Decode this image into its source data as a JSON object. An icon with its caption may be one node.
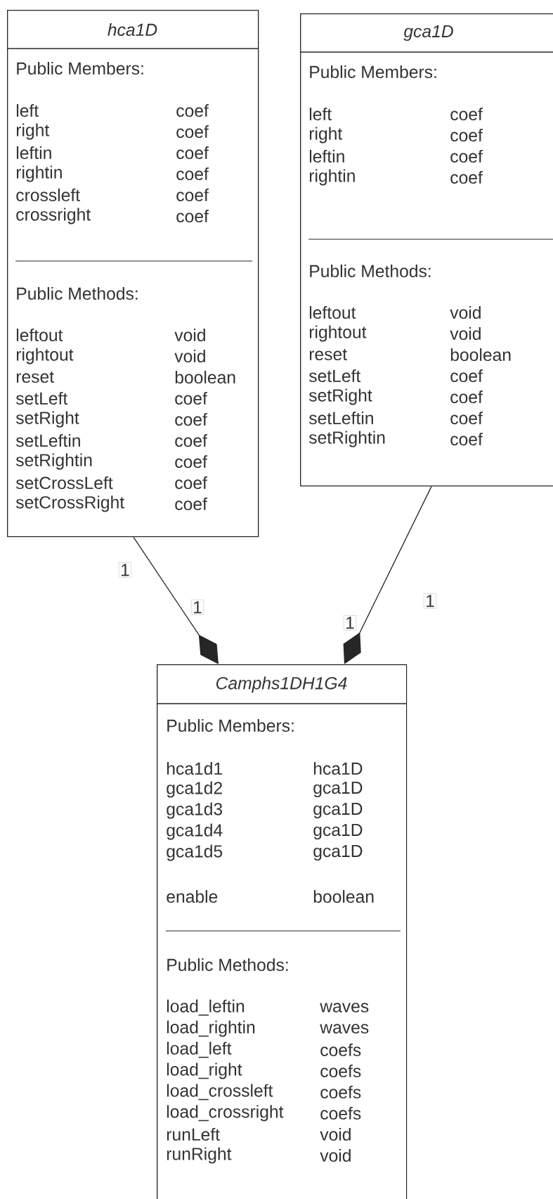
{
  "diagram": {
    "nodes": [
      {
        "text": [
          "hca1D",
          "Public Members:",
          "left",
          "coef",
          "right",
          "coef",
          "leftin",
          "coef",
          "rightin",
          "coef",
          "crossleft",
          "coef",
          "crossright",
          "coef",
          "Public Methods:",
          "leftout",
          "void",
          "rightout",
          "void",
          "reset",
          "boolean",
          "setLeft",
          "coef",
          "setRight",
          "coef",
          "setLeftin",
          "coef",
          "setRightin",
          "coef",
          "setCrossLeft",
          "coef",
          "setCrossRight",
          "coef"
        ]
      },
      {
        "text": [
          "gca1D",
          "Public Members:",
          "left",
          "coef",
          "right",
          "coef",
          "leftin",
          "coef",
          "rightin",
          "coef",
          "Public Methods:",
          "leftout",
          "void",
          "rightout",
          "void",
          "reset",
          "boolean",
          "setLeft",
          "coef",
          "setRight",
          "coef",
          "setLeftin",
          "coef",
          "setRightin",
          "coef"
        ]
      },
      {
        "text": [
          "Camphs1DH1G4",
          "Public Members:",
          "hca1d1",
          "hca1D",
          "gca1d2",
          "gca1D",
          "gca1d3",
          "gca1D",
          "gca1d4",
          "gca1D",
          "gca1d5",
          "gca1D",
          "enable",
          "boolean",
          "Public Methods:",
          "load_leftin",
          "waves",
          "load_rightin",
          "waves",
          "load_left",
          "coefs",
          "load_right",
          "coefs",
          "load_crossleft",
          "coefs",
          "load_crossright",
          "coefs",
          "runLeft",
          "void",
          "runRight",
          "void"
        ]
      }
    ],
    "edges": [
      {
        "from": 0,
        "to": 2,
        "arrow": "other",
        "label": "1"
      },
      {
        "from": 1,
        "to": 2,
        "arrow": "other",
        "label": "1"
      }
    ],
    "labels": [
      "1",
      "1"
    ]
  }
}
